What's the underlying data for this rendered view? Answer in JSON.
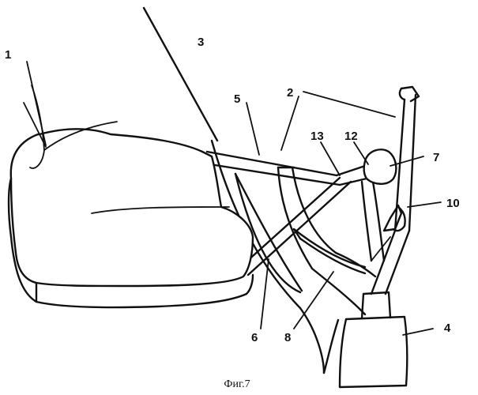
{
  "labels": {
    "l1": "1",
    "l2": "2",
    "l3": "3",
    "l4": "4",
    "l5": "5",
    "l6": "6",
    "l7": "7",
    "l8": "8",
    "l10": "10",
    "l12": "12",
    "l13": "13"
  },
  "caption": "Фиг.7"
}
